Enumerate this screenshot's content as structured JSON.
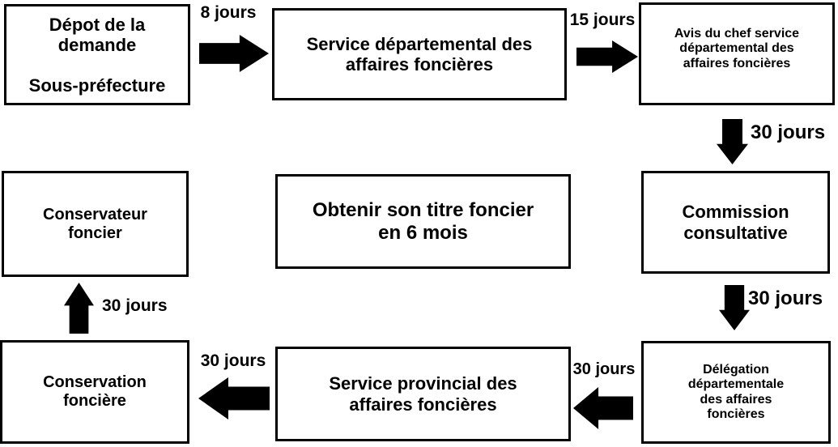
{
  "title": "Obtenir son titre foncier en 6 mois",
  "colors": {
    "background": "#ffffff",
    "box_fill": "#ffffff",
    "box_border": "#000000",
    "arrow": "#000000",
    "text": "#000000"
  },
  "boxes": {
    "depot_top": "Dépot de la\ndemande",
    "depot_bottom": "Sous-préfecture",
    "service_departemental": "Service départemental des\naffaires foncières",
    "avis_chef": "Avis du chef service\ndépartemental des\naffaires foncières",
    "commission": "Commission\nconsultative",
    "delegation": "Délégation\ndépartementale\ndes affaires\nfoncières",
    "service_provincial": "Service provincial des\naffaires foncières",
    "conservation": "Conservation\nfoncière",
    "conservateur": "Conservateur\nfoncier",
    "center_title": "Obtenir son titre foncier\nen 6 mois"
  },
  "arrow_labels": {
    "depot_to_service": "8 jours",
    "service_to_avis": "15 jours",
    "avis_to_commission": "30 jours",
    "commission_to_delegation": "30 jours",
    "delegation_to_provincial": "30 jours",
    "provincial_to_conservation": "30 jours",
    "conservation_to_conservateur": "30 jours"
  },
  "arrows": [
    {
      "from": "depot",
      "to": "service_departemental",
      "direction": "right",
      "label": "8 jours"
    },
    {
      "from": "service_departemental",
      "to": "avis_chef",
      "direction": "right",
      "label": "15 jours"
    },
    {
      "from": "avis_chef",
      "to": "commission",
      "direction": "down",
      "label": "30 jours"
    },
    {
      "from": "commission",
      "to": "delegation",
      "direction": "down",
      "label": "30 jours"
    },
    {
      "from": "delegation",
      "to": "service_provincial",
      "direction": "left",
      "label": "30 jours"
    },
    {
      "from": "service_provincial",
      "to": "conservation",
      "direction": "left",
      "label": "30 jours"
    },
    {
      "from": "conservation",
      "to": "conservateur",
      "direction": "up",
      "label": "30 jours"
    }
  ]
}
